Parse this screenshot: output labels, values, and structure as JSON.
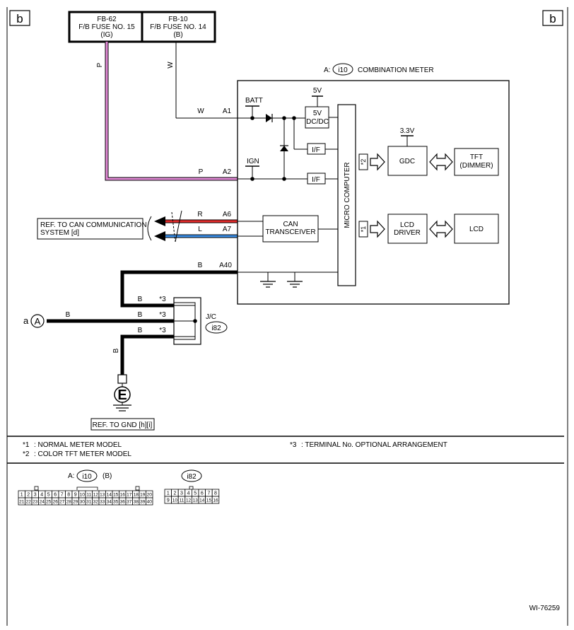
{
  "page": {
    "corner_left": "b",
    "corner_right": "b",
    "diagram_code": "WI-76259"
  },
  "fuses": [
    {
      "id": "FB-62",
      "name": "F/B FUSE NO. 15",
      "supply": "(IG)"
    },
    {
      "id": "FB-10",
      "name": "F/B FUSE NO. 14",
      "supply": "(B)"
    }
  ],
  "meter": {
    "prefix": "A:",
    "connector": "i10",
    "title": "COMBINATION METER",
    "batt": "BATT",
    "ign": "IGN",
    "v5": "5V",
    "dcdc_top": "5V",
    "dcdc_bottom": "DC/DC",
    "if": "I/F",
    "micro": "MICRO COMPUTER",
    "can_line1": "CAN",
    "can_line2": "TRANSCEIVER",
    "v33": "3.3V",
    "gdc": "GDC",
    "tft_line1": "TFT",
    "tft_line2": "(DIMMER)",
    "lcd_driver_line1": "LCD",
    "lcd_driver_line2": "DRIVER",
    "lcd": "LCD",
    "star2": "*2",
    "star1": "*1"
  },
  "wires": {
    "w_vertical": "W",
    "w_horizontal": "W",
    "a1": "A1",
    "p_vertical": "P",
    "p_horizontal": "P",
    "a2": "A2",
    "r": "R",
    "a6": "A6",
    "l": "L",
    "a7": "A7",
    "b_top": "B",
    "a40": "A40",
    "b_jc1": "B",
    "b_jc2": "B",
    "b_jc3": "B",
    "b_left": "B",
    "b_vertical": "B",
    "star3_1": "*3",
    "star3_2": "*3",
    "star3_3": "*3"
  },
  "can_ref": {
    "line1": "REF. TO CAN COMMUNICATION",
    "line2": "SYSTEM [d]"
  },
  "jc": {
    "label": "J/C",
    "connector": "i82"
  },
  "ground": {
    "symbol": "E",
    "ref": "REF. TO GND [h][i]"
  },
  "point_a": {
    "small": "a",
    "big": "A"
  },
  "notes": [
    {
      "mark": "*1",
      "text": ": NORMAL METER MODEL"
    },
    {
      "mark": "*2",
      "text": ": COLOR TFT METER MODEL"
    },
    {
      "mark": "*3",
      "text": ": TERMINAL No. OPTIONAL ARRANGEMENT"
    }
  ],
  "connectors": {
    "i10": {
      "prefix": "A:",
      "name": "i10",
      "suffix": "(B)",
      "row1": [
        "1",
        "2",
        "3",
        "4",
        "5",
        "6",
        "7",
        "8",
        "9",
        "10",
        "11",
        "12",
        "13",
        "14",
        "15",
        "16",
        "17",
        "18",
        "19",
        "20"
      ],
      "row2": [
        "21",
        "22",
        "23",
        "24",
        "25",
        "26",
        "27",
        "28",
        "29",
        "30",
        "31",
        "32",
        "33",
        "34",
        "35",
        "36",
        "37",
        "38",
        "39",
        "40"
      ]
    },
    "i82": {
      "name": "i82",
      "row1": [
        "1",
        "2",
        "3",
        "4",
        "5",
        "6",
        "7",
        "8"
      ],
      "row2": [
        "9",
        "10",
        "11",
        "12",
        "13",
        "14",
        "15",
        "16"
      ]
    }
  },
  "colors": {
    "pink_wire": "#e28ad6",
    "red_wire": "#e32b2b",
    "blue_wire": "#3a8ee6"
  }
}
